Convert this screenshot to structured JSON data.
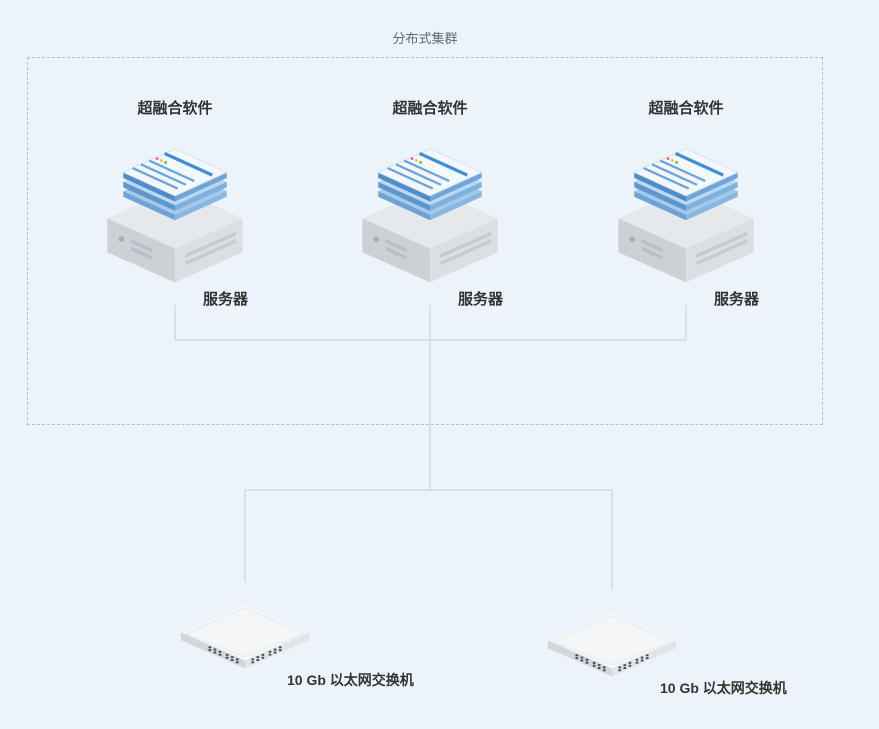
{
  "diagram": {
    "cluster": {
      "label": "分布式集群",
      "nodes": [
        {
          "software_label": "超融合软件",
          "server_label": "服务器"
        },
        {
          "software_label": "超融合软件",
          "server_label": "服务器"
        },
        {
          "software_label": "超融合软件",
          "server_label": "服务器"
        }
      ]
    },
    "switches": [
      {
        "label": "10 Gb 以太网交换机"
      },
      {
        "label": "10 Gb 以太网交换机"
      }
    ],
    "colors": {
      "background": "#ecf4fa",
      "line": "#c6cdd5",
      "dashed_border": "#b4bfca",
      "title_text": "#333333",
      "cluster_text": "#5c6874",
      "software_blue": "#3f8fd8",
      "server_gray": "#ccd1d6",
      "switch_white": "#f4f6f7"
    }
  }
}
